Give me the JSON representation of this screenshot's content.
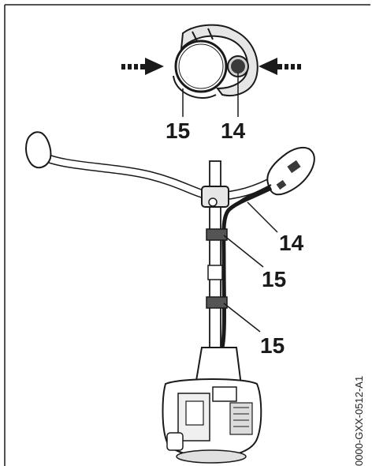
{
  "callouts": {
    "top_left": "15",
    "top_right": "14",
    "side_top": "14",
    "side_mid": "15",
    "side_low": "15"
  },
  "figure_code": "0000-GXX-0512-A1",
  "colors": {
    "ink": "#1a1a1a",
    "shade_light": "#d9d9d9",
    "shade_dark": "#3a3a3a"
  }
}
